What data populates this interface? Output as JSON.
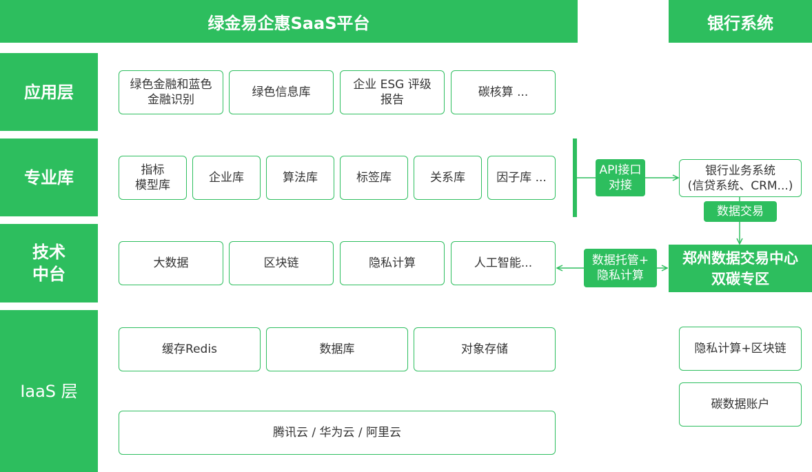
{
  "header": {
    "platform_title": "绿金易企惠SaaS平台",
    "bank_title": "银行系统"
  },
  "layers": [
    {
      "label": "应用层"
    },
    {
      "label": "专业库"
    },
    {
      "label": "技术\n中台"
    },
    {
      "label": "IaaS 层"
    }
  ],
  "application": {
    "items": [
      "绿色金融和蓝色\n金融识别",
      "绿色信息库",
      "企业 ESG 评级\n报告",
      "碳核算 ..."
    ]
  },
  "professional": {
    "items": [
      "指标\n模型库",
      "企业库",
      "算法库",
      "标签库",
      "关系库",
      "因子库 ..."
    ]
  },
  "tech": {
    "items": [
      "大数据",
      "区块链",
      "隐私计算",
      "人工智能..."
    ]
  },
  "iaas": {
    "items": [
      "缓存Redis",
      "数据库",
      "对象存储"
    ],
    "cloud": "腾讯云 / 华为云 / 阿里云"
  },
  "connectors": {
    "api": "API接口\n对接",
    "custody": "数据托管+\n隐私计算",
    "trade": "数据交易"
  },
  "bank": {
    "business_system": "银行业务系统\n(信贷系统、CRM...)",
    "exchange_center": "郑州数据交易中心\n双碳专区",
    "privacy_blockchain": "隐私计算+区块链",
    "carbon_account": "碳数据账户"
  },
  "colors": {
    "accent": "#2dbe5e",
    "text": "#333333"
  }
}
